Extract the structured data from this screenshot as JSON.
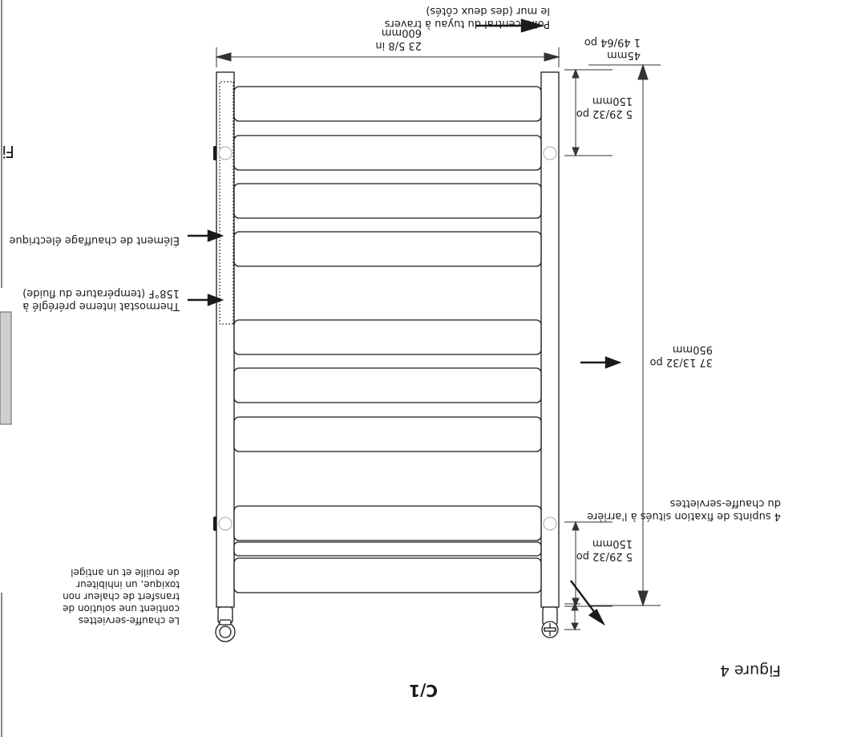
{
  "figure_title": "Figure 4",
  "page_code": "C/1",
  "figure_cut": "Fi",
  "annotations": {
    "pipe_center_line1": "Point central du tuyau à travers",
    "pipe_center_line2": "le mur (des deux côtés)",
    "heating_element": "Élément de chauffage électrique",
    "thermostat_line1": "Thermostat interne préréglé à",
    "thermostat_line2": "158°F (température du fluide)",
    "supports_line1": "4 supints de fixation situés à l'arrière",
    "supports_line2": "du chauffe-serviettes",
    "note_line1": "Le chauffe-serviettes",
    "note_line2": "contient une solution de",
    "note_line3": "transfert de chaleur non",
    "note_line4": "toxique, un inhibiteur",
    "note_line5": "de rouille et un antigel"
  },
  "dimensions": {
    "top_offset_mm": "45mm",
    "top_offset_in": "1 49/64 po",
    "upper_mount_mm": "150mm",
    "upper_mount_in": "5 29/32 po",
    "height_mm": "950mm",
    "height_in": "37 13/32 po",
    "lower_mount_mm": "150mm",
    "lower_mount_in": "5 29/32 po",
    "width_mm": "600mm",
    "width_in": "23 5/8 in"
  },
  "colors": {
    "line": "#1a1a1a",
    "light": "#aaaaaa"
  }
}
